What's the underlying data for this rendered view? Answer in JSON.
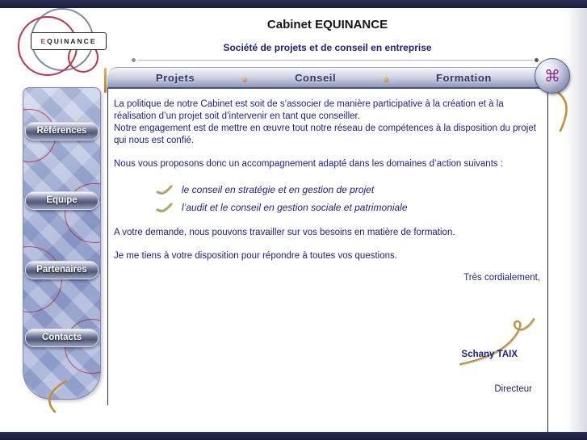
{
  "colors": {
    "navy_text": "#1c1c8e",
    "accent_orange": "#c98a2e",
    "ring_red": "#c1334a",
    "frame_navy": "#1a1d38"
  },
  "logo": {
    "text": "EQUINANCE"
  },
  "header": {
    "title": "Cabinet EQUINANCE",
    "subtitle": "Société de projets et de conseil en entreprise"
  },
  "nav": {
    "items": [
      {
        "label": "Projets"
      },
      {
        "label": "Conseil"
      },
      {
        "label": "Formation"
      }
    ]
  },
  "sidebar": {
    "items": [
      {
        "label": "Références"
      },
      {
        "label": "Equipe"
      },
      {
        "label": "Partenaires"
      },
      {
        "label": "Contacts"
      }
    ]
  },
  "content": {
    "paragraph1": "La politique de notre Cabinet est soit de s’associer de manière participative à la création et à la réalisation d’un projet soit d’intervenir en tant que conseiller.",
    "paragraph2": "Notre engagement est de mettre en œuvre tout notre réseau de compétences à la disposition du projet qui nous est confié.",
    "paragraph3": "Nous vous proposons donc un accompagnement adapté dans les domaines d’action suivants :",
    "bullets": [
      {
        "label": "le conseil en stratégie et en gestion de projet"
      },
      {
        "label": "l’audit et le conseil en gestion sociale et patrimoniale"
      }
    ],
    "paragraph4": "A votre demande, nous pouvons travailler sur vos besoins en matière de formation.",
    "paragraph5": "Je me tiens à votre disposition pour répondre à toutes vos questions.",
    "closing": "Très cordialement,",
    "signature_name": "Schany TAIX",
    "signature_title": "Directeur"
  }
}
